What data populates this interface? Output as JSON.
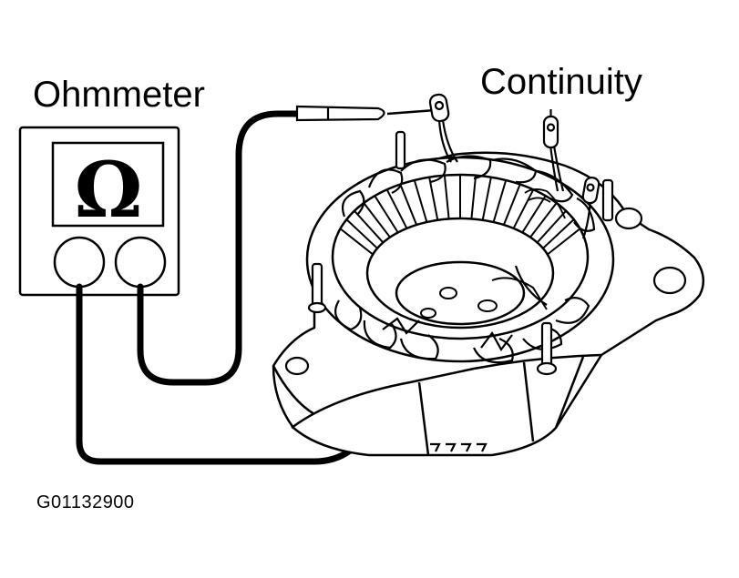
{
  "labels": {
    "ohmmeter": "Ohmmeter",
    "continuity": "Continuity",
    "figure_code": "G01132900"
  },
  "meter": {
    "symbol": "Ω",
    "symbol_icon": "omega-icon"
  },
  "colors": {
    "line": "#000000",
    "background": "#ffffff"
  }
}
